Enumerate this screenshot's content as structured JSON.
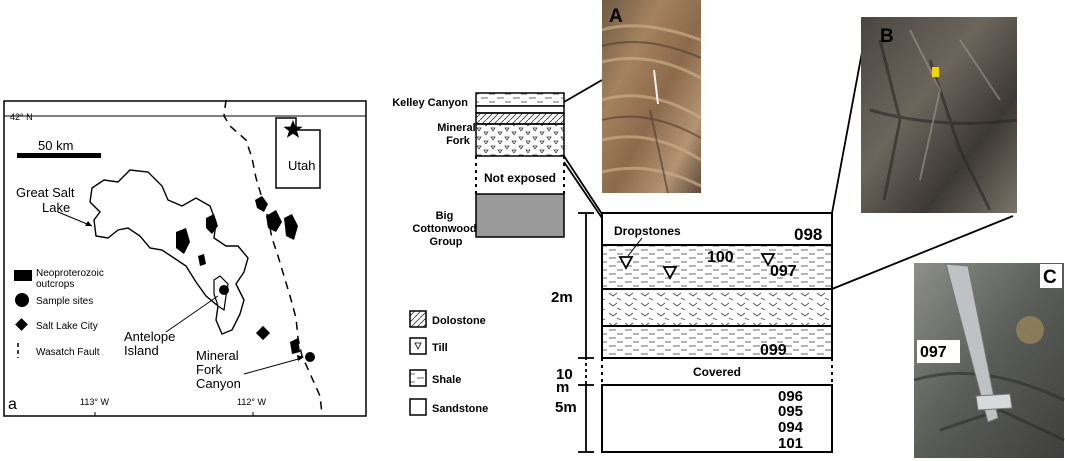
{
  "map": {
    "panel_label": "a",
    "lat_label": "42° N",
    "lon_labels": [
      "113° W",
      "112° W"
    ],
    "scale_label": "50 km",
    "inset_label": "Utah",
    "place_labels": {
      "great_salt_lake": [
        "Great Salt",
        "Lake"
      ],
      "antelope_island": [
        "Antelope",
        "Island"
      ],
      "mineral_fork_canyon": [
        "Mineral",
        "Fork",
        "Canyon"
      ]
    },
    "legend": [
      {
        "symbol": "rect",
        "label": [
          "Neoproterozoic",
          "outcrops"
        ]
      },
      {
        "symbol": "circle",
        "label": [
          "Sample sites"
        ]
      },
      {
        "symbol": "diamond",
        "label": [
          "Salt Lake City"
        ]
      },
      {
        "symbol": "dash",
        "label": [
          "Wasatch Fault"
        ]
      }
    ]
  },
  "column": {
    "units": [
      {
        "name": [
          "Kelley Canyon"
        ]
      },
      {
        "name": [
          "Mineral",
          "Fork"
        ]
      },
      {
        "name": [
          "Not exposed"
        ]
      },
      {
        "name": [
          "Big",
          "Cottonwood",
          "Group"
        ]
      }
    ]
  },
  "lithology_legend": [
    "Dolostone",
    "Till",
    "Shale",
    "Sandstone"
  ],
  "detail": {
    "scale_2m": "2m",
    "scale_10m": [
      "10",
      "m"
    ],
    "scale_5m": "5m",
    "dropstones_label": "Dropstones",
    "covered_label": "Covered",
    "samples": {
      "s098": "098",
      "s100": "100",
      "s097": "097",
      "s099": "099",
      "lower": [
        "096",
        "095",
        "094",
        "101"
      ]
    }
  },
  "photos": [
    {
      "label": "A"
    },
    {
      "label": "B"
    },
    {
      "label": "C",
      "sample": "097"
    }
  ]
}
